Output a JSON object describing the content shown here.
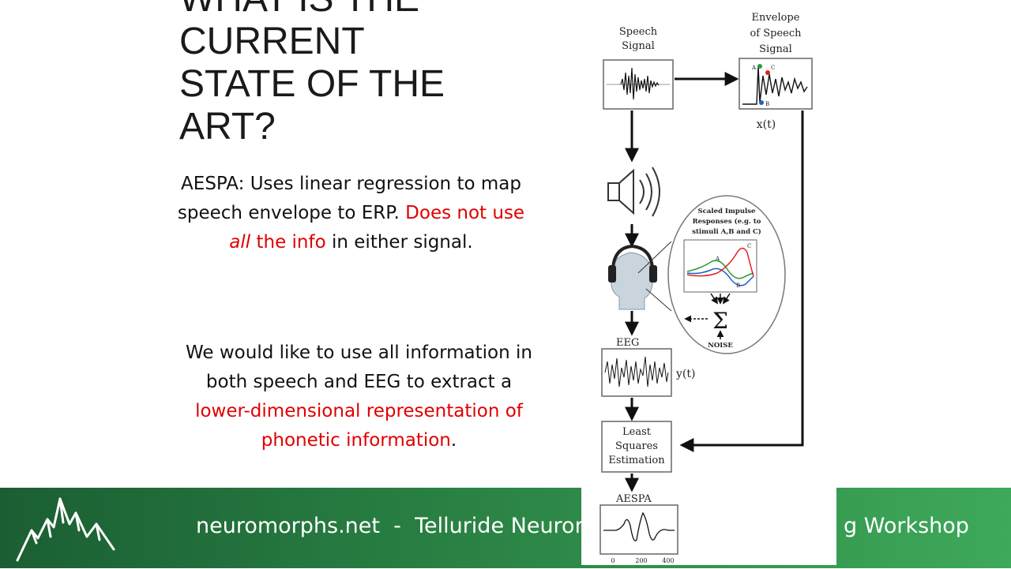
{
  "title": {
    "lines": [
      "WHAT IS THE",
      "CURRENT",
      "STATE OF THE",
      "ART?"
    ]
  },
  "paragraph1": {
    "part1": "AESPA: Uses linear regression to map speech envelope to ERP. ",
    "red1": "Does not use ",
    "red_italic": "all",
    "red2": " the info",
    "part2": " in either signal."
  },
  "paragraph2": {
    "part1": "We would like to use all information in both speech and EEG to extract a ",
    "red": "lower-dimensional representation of phonetic information",
    "part2": "."
  },
  "footer": {
    "site": "neuromorphs.net  -  Telluride Neuromorp",
    "tail": "g Workshop"
  },
  "figure": {
    "speech_signal": [
      "Speech",
      "Signal"
    ],
    "envelope": [
      "Envelope",
      "of Speech",
      "Signal"
    ],
    "xt": "x(t)",
    "yt": "y(t)",
    "eeg": "EEG",
    "scaled_impulse": [
      "Scaled Impulse",
      "Responses (e.g. to",
      "stimuli A,B and C)"
    ],
    "noise": "NOISE",
    "sigma": "Σ",
    "lse": [
      "Least",
      "Squares",
      "Estimation"
    ],
    "aespa": "AESPA",
    "tick_labels": [
      "0",
      "200",
      "400"
    ],
    "points": [
      "A",
      "B",
      "C"
    ]
  },
  "colors": {
    "accent_red": "#e00000",
    "footer_green_dark": "#1b5e33",
    "footer_green_light": "#3ea95a",
    "point_green": "#2a9a3a",
    "point_red": "#e02020",
    "point_blue": "#1f5fc0"
  }
}
